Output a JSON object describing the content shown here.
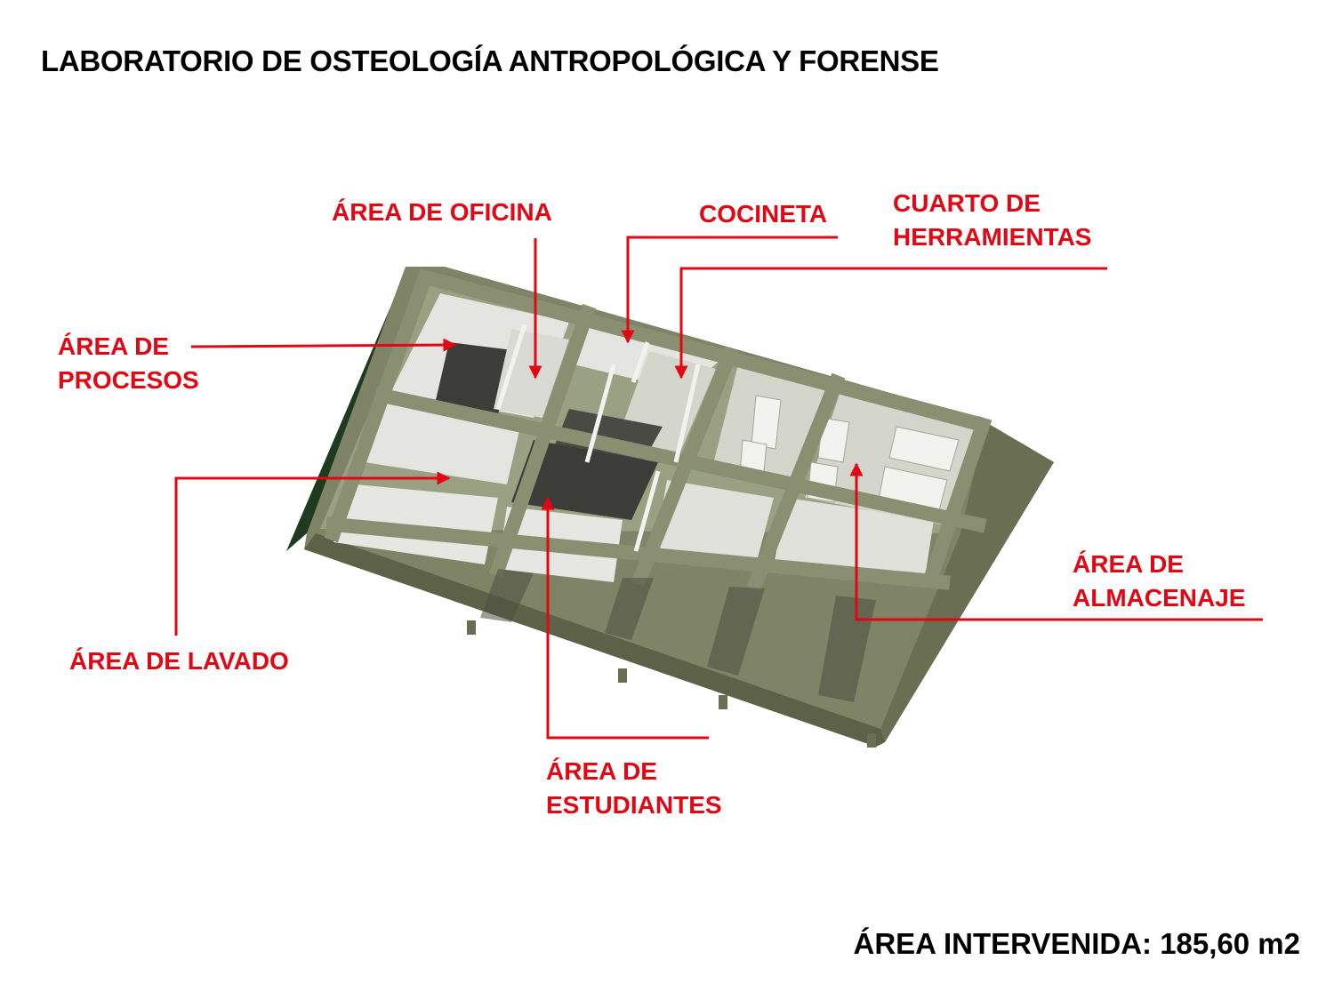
{
  "title": "LABORATORIO DE OSTEOLOGÍA ANTROPOLÓGICA Y FORENSE",
  "labels": {
    "oficina": "ÁREA DE OFICINA",
    "cocineta": "COCINETA",
    "herramientas": [
      "CUARTO DE",
      "HERRAMIENTAS"
    ],
    "procesos": [
      "ÁREA DE",
      "PROCESOS"
    ],
    "lavado": "ÁREA DE LAVADO",
    "almacenaje": [
      "ÁREA DE",
      "ALMACENAJE"
    ],
    "estudiantes": [
      "ÁREA DE",
      "ESTUDIANTES"
    ]
  },
  "footer": "ÁREA INTERVENIDA: 185,60 m2",
  "colors": {
    "label": "#e30613",
    "slab": "#7f8466",
    "slab_dark": "#5d6148",
    "wall": "#c8cbba",
    "wall_interior": "#e4e5e0",
    "floor_dark": "#3c3c38",
    "green_strip": "#1f3a1f"
  }
}
